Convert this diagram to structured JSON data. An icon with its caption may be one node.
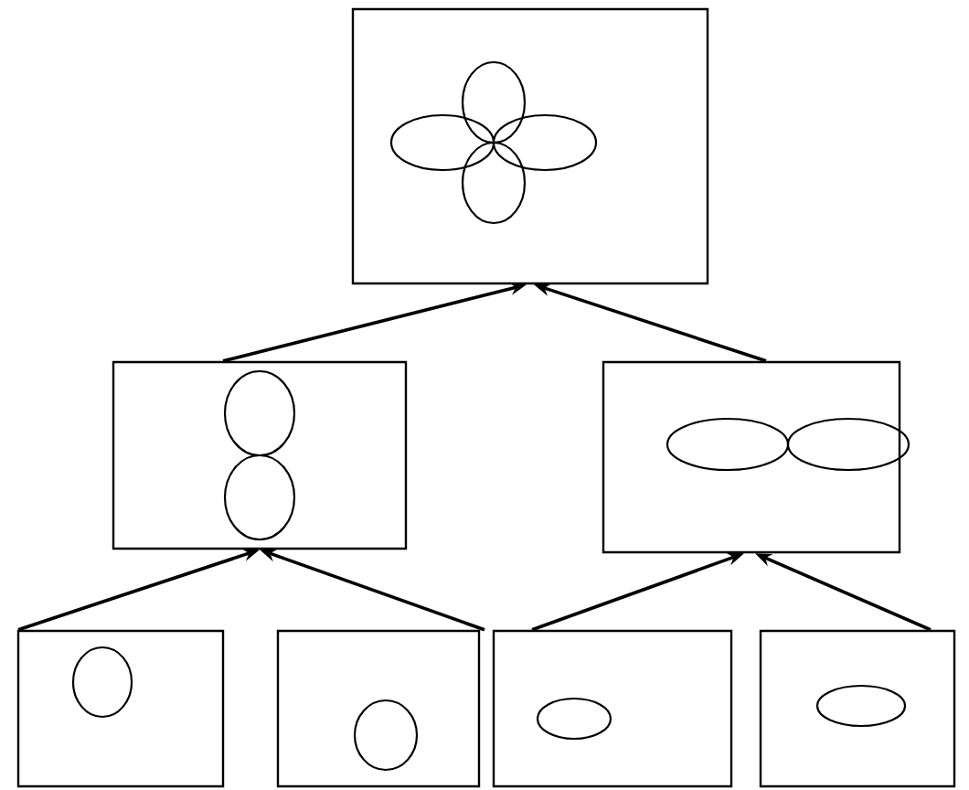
{
  "diagram": {
    "nodes": [
      {
        "text": [],
        "shape": "picture"
      },
      {
        "text": [],
        "shape": "picture"
      },
      {
        "text": [],
        "shape": "picture"
      },
      {
        "text": [],
        "shape": "picture"
      },
      {
        "text": [],
        "shape": "picture"
      },
      {
        "text": [],
        "shape": "picture"
      },
      {
        "text": [],
        "shape": "picture"
      }
    ],
    "edges": [
      {
        "from": 1,
        "to": 0,
        "arrow": "to"
      },
      {
        "from": 2,
        "to": 0,
        "arrow": "to"
      },
      {
        "from": 3,
        "to": 1,
        "arrow": "to"
      },
      {
        "from": 4,
        "to": 1,
        "arrow": "to"
      },
      {
        "from": 5,
        "to": 2,
        "arrow": "to"
      },
      {
        "from": 6,
        "to": 2,
        "arrow": "to"
      }
    ]
  }
}
